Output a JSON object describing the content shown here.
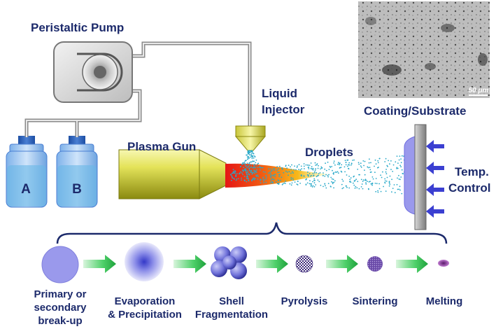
{
  "labels": {
    "pump": "Peristaltic Pump",
    "injector_1": "Liquid",
    "injector_2": "Injector",
    "plasma_gun": "Plasma Gun",
    "droplets": "Droplets",
    "coating": "Coating/Substrate",
    "temp_1": "Temp.",
    "temp_2": "Control",
    "bottle_a": "A",
    "bottle_b": "B",
    "scale_bar": "50 μm"
  },
  "stages": [
    {
      "line1": "Primary or",
      "line2": "secondary",
      "line3": "break-up"
    },
    {
      "line1": "Evaporation",
      "line2": "& Precipitation"
    },
    {
      "line1": "Shell",
      "line2": "Fragmentation"
    },
    {
      "line1": "Pyrolysis"
    },
    {
      "line1": "Sintering"
    },
    {
      "line1": "Melting"
    }
  ],
  "colors": {
    "text": "#1c2a6b",
    "arrow_green": "#2db84a",
    "particle": "#8d8ee6",
    "spray": "#29a9c9",
    "temp_arrow": "#3b3fd1"
  }
}
